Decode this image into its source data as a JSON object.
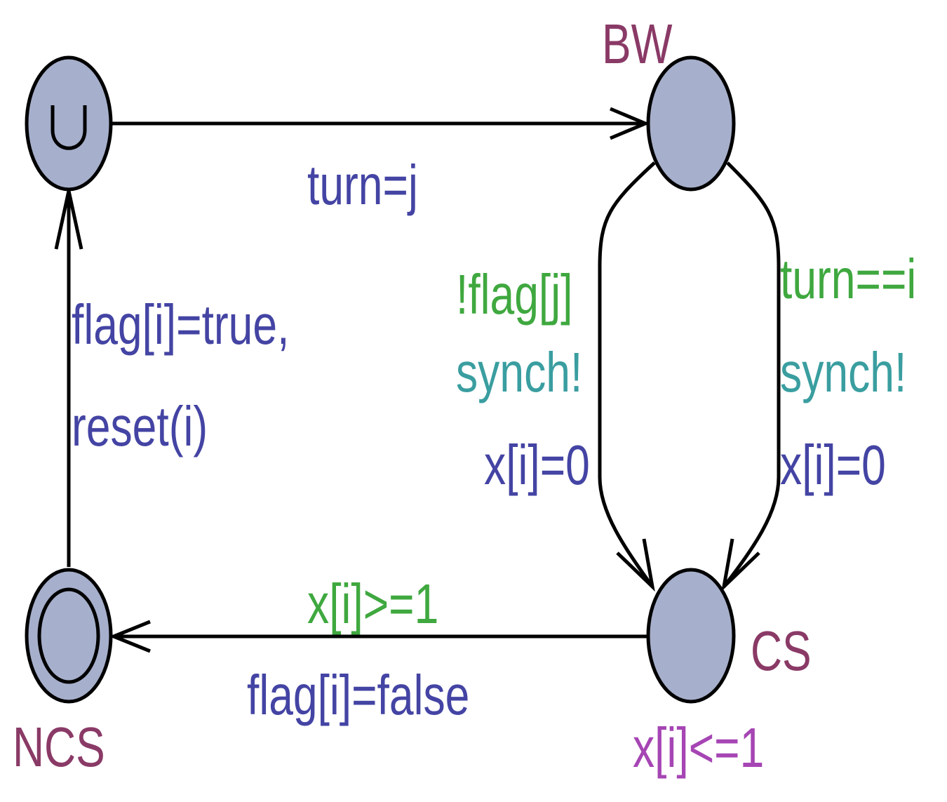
{
  "colors": {
    "state_fill": "#a6afcb",
    "state_name": "#8a3a66",
    "assignment": "#4444a4",
    "guard": "#3fa83f",
    "sync": "#3a9ea0",
    "invariant": "#a645b4"
  },
  "states": {
    "urgent": {
      "name": "",
      "marker": "U",
      "icon": "urgent-marker"
    },
    "bw": {
      "name": "BW"
    },
    "cs": {
      "name": "CS",
      "invariant": "x[i]<=1"
    },
    "ncs": {
      "name": "NCS",
      "initial": true
    }
  },
  "edges": {
    "urgent_to_bw": {
      "assignment": "turn=j"
    },
    "ncs_to_urgent": {
      "assignment_line1": "flag[i]=true,",
      "assignment_line2": "reset(i)"
    },
    "bw_to_cs_left": {
      "guard": "!flag[j]",
      "sync": "synch!",
      "assignment": "x[i]=0"
    },
    "bw_to_cs_right": {
      "guard": "turn==i",
      "sync": "synch!",
      "assignment": "x[i]=0"
    },
    "cs_to_ncs": {
      "guard": "x[i]>=1",
      "assignment": "flag[i]=false"
    }
  }
}
